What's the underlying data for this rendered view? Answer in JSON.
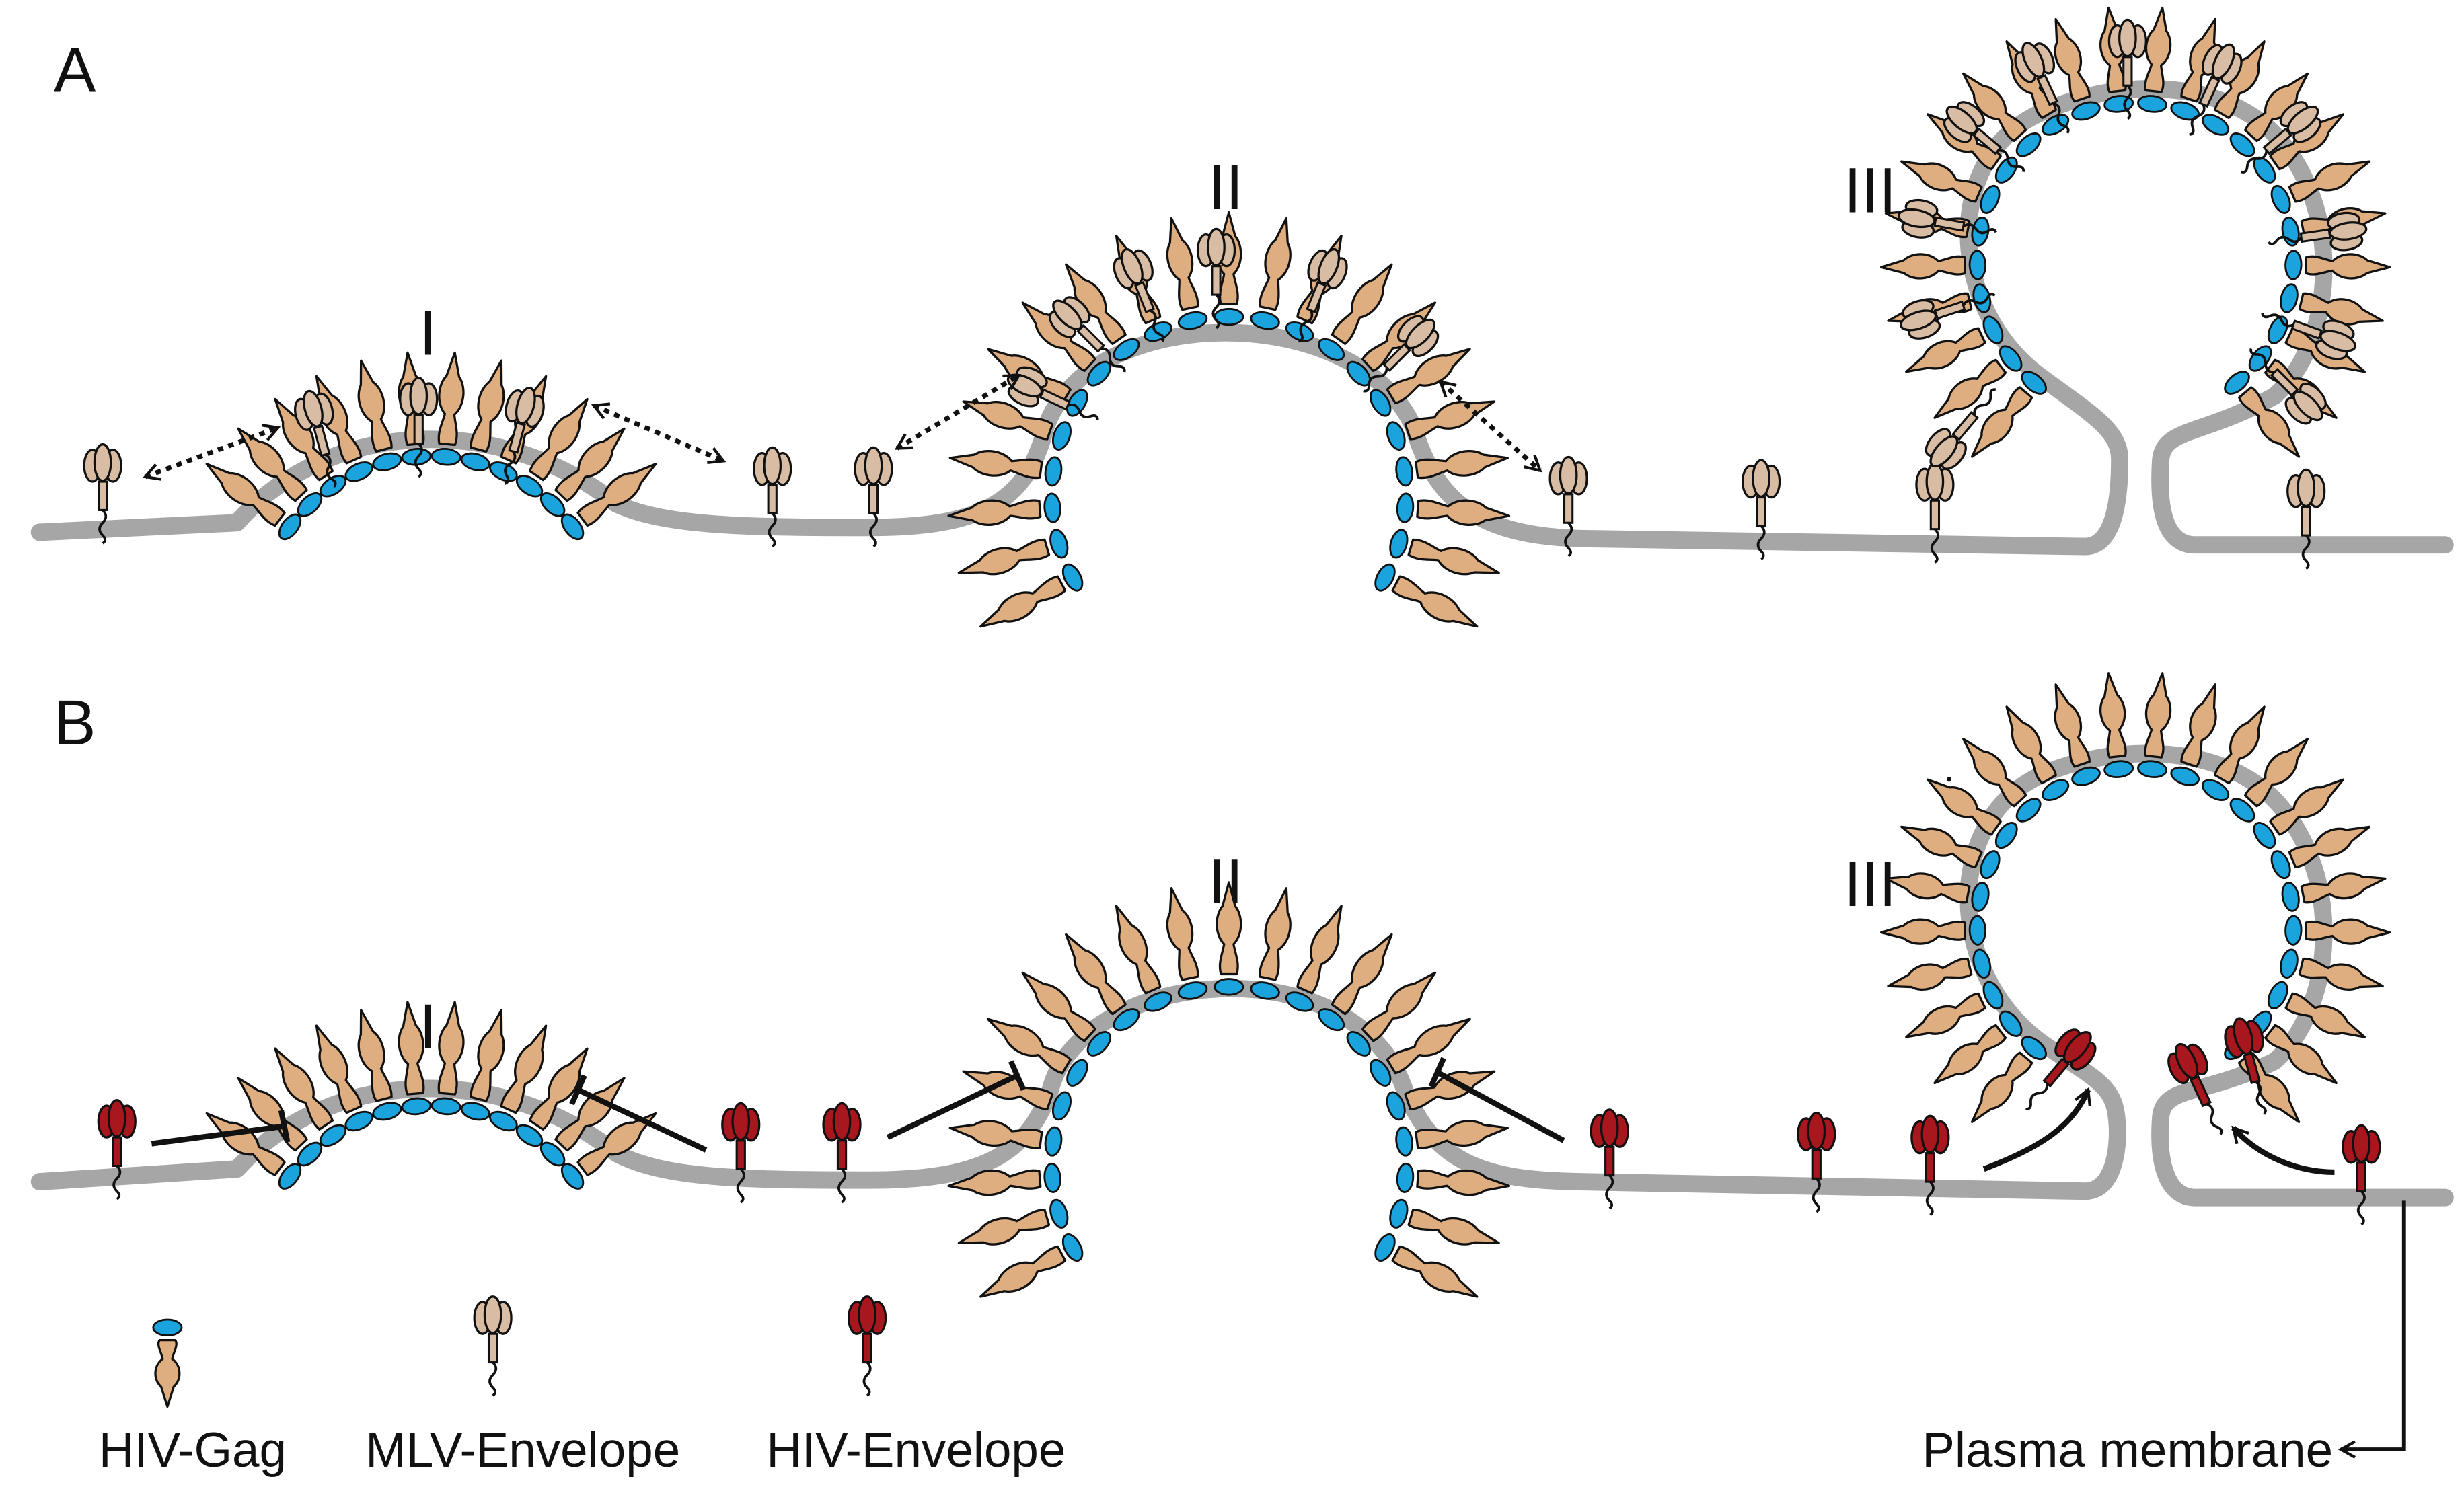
{
  "panels": {
    "a": {
      "letter": "A",
      "stages": [
        "I",
        "II",
        "III"
      ]
    },
    "b": {
      "letter": "B",
      "stages": [
        "I",
        "II",
        "III"
      ]
    }
  },
  "legend": {
    "gag": "HIV-Gag",
    "mlv_env": "MLV-Envelope",
    "hiv_env": "HIV-Envelope",
    "membrane": "Plasma membrane"
  },
  "colors": {
    "membrane": "#a6a6a6",
    "gag_body": "#deae80",
    "gag_head": "#1aa3dc",
    "mlv_env": "#d8bca3",
    "hiv_env": "#a8161e",
    "outline": "#111111"
  }
}
